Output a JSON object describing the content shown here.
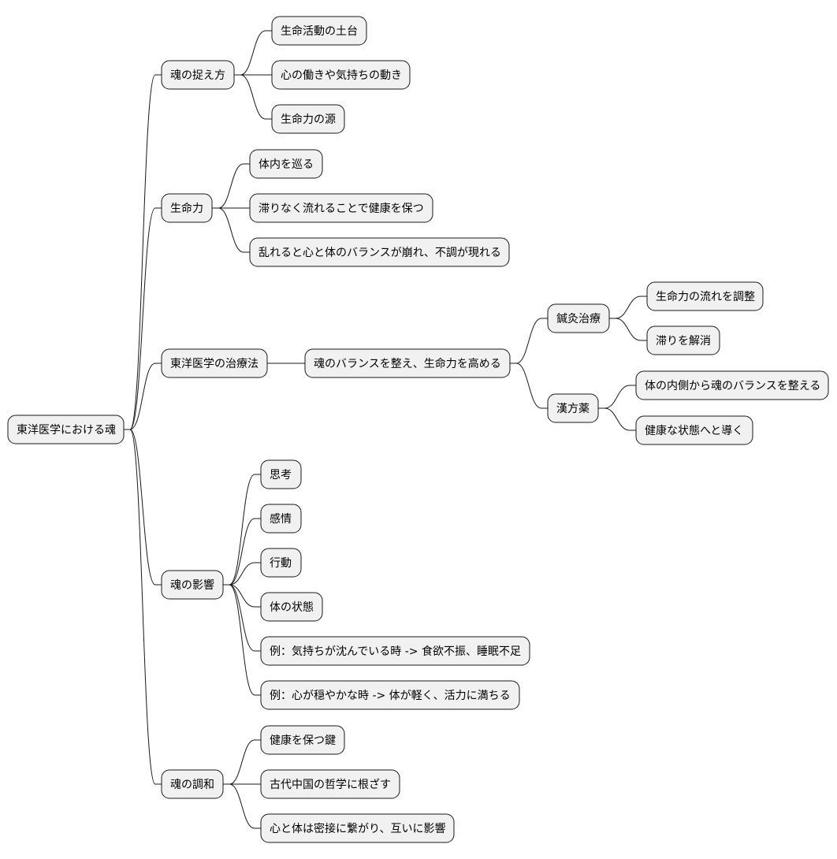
{
  "root": {
    "label": "東洋医学における魂",
    "children": [
      {
        "label": "魂の捉え方",
        "children": [
          {
            "label": "生命活動の土台"
          },
          {
            "label": "心の働きや気持ちの動き"
          },
          {
            "label": "生命力の源"
          }
        ]
      },
      {
        "label": "生命力",
        "children": [
          {
            "label": "体内を巡る"
          },
          {
            "label": "滞りなく流れることで健康を保つ"
          },
          {
            "label": "乱れると心と体のバランスが崩れ、不調が現れる"
          }
        ]
      },
      {
        "label": "東洋医学の治療法",
        "children": [
          {
            "label": "魂のバランスを整え、生命力を高める",
            "children": [
              {
                "label": "鍼灸治療",
                "children": [
                  {
                    "label": "生命力の流れを調整"
                  },
                  {
                    "label": "滞りを解消"
                  }
                ]
              },
              {
                "label": "漢方薬",
                "children": [
                  {
                    "label": "体の内側から魂のバランスを整える"
                  },
                  {
                    "label": "健康な状態へと導く"
                  }
                ]
              }
            ]
          }
        ]
      },
      {
        "label": "魂の影響",
        "children": [
          {
            "label": "思考"
          },
          {
            "label": "感情"
          },
          {
            "label": "行動"
          },
          {
            "label": "体の状態"
          },
          {
            "label": "例：気持ちが沈んでいる時 -> 食欲不振、睡眠不足"
          },
          {
            "label": "例：心が穏やかな時 -> 体が軽く、活力に満ちる"
          }
        ]
      },
      {
        "label": "魂の調和",
        "children": [
          {
            "label": "健康を保つ鍵"
          },
          {
            "label": "古代中国の哲学に根ざす"
          },
          {
            "label": "心と体は密接に繋がり、互いに影響"
          }
        ]
      }
    ]
  }
}
